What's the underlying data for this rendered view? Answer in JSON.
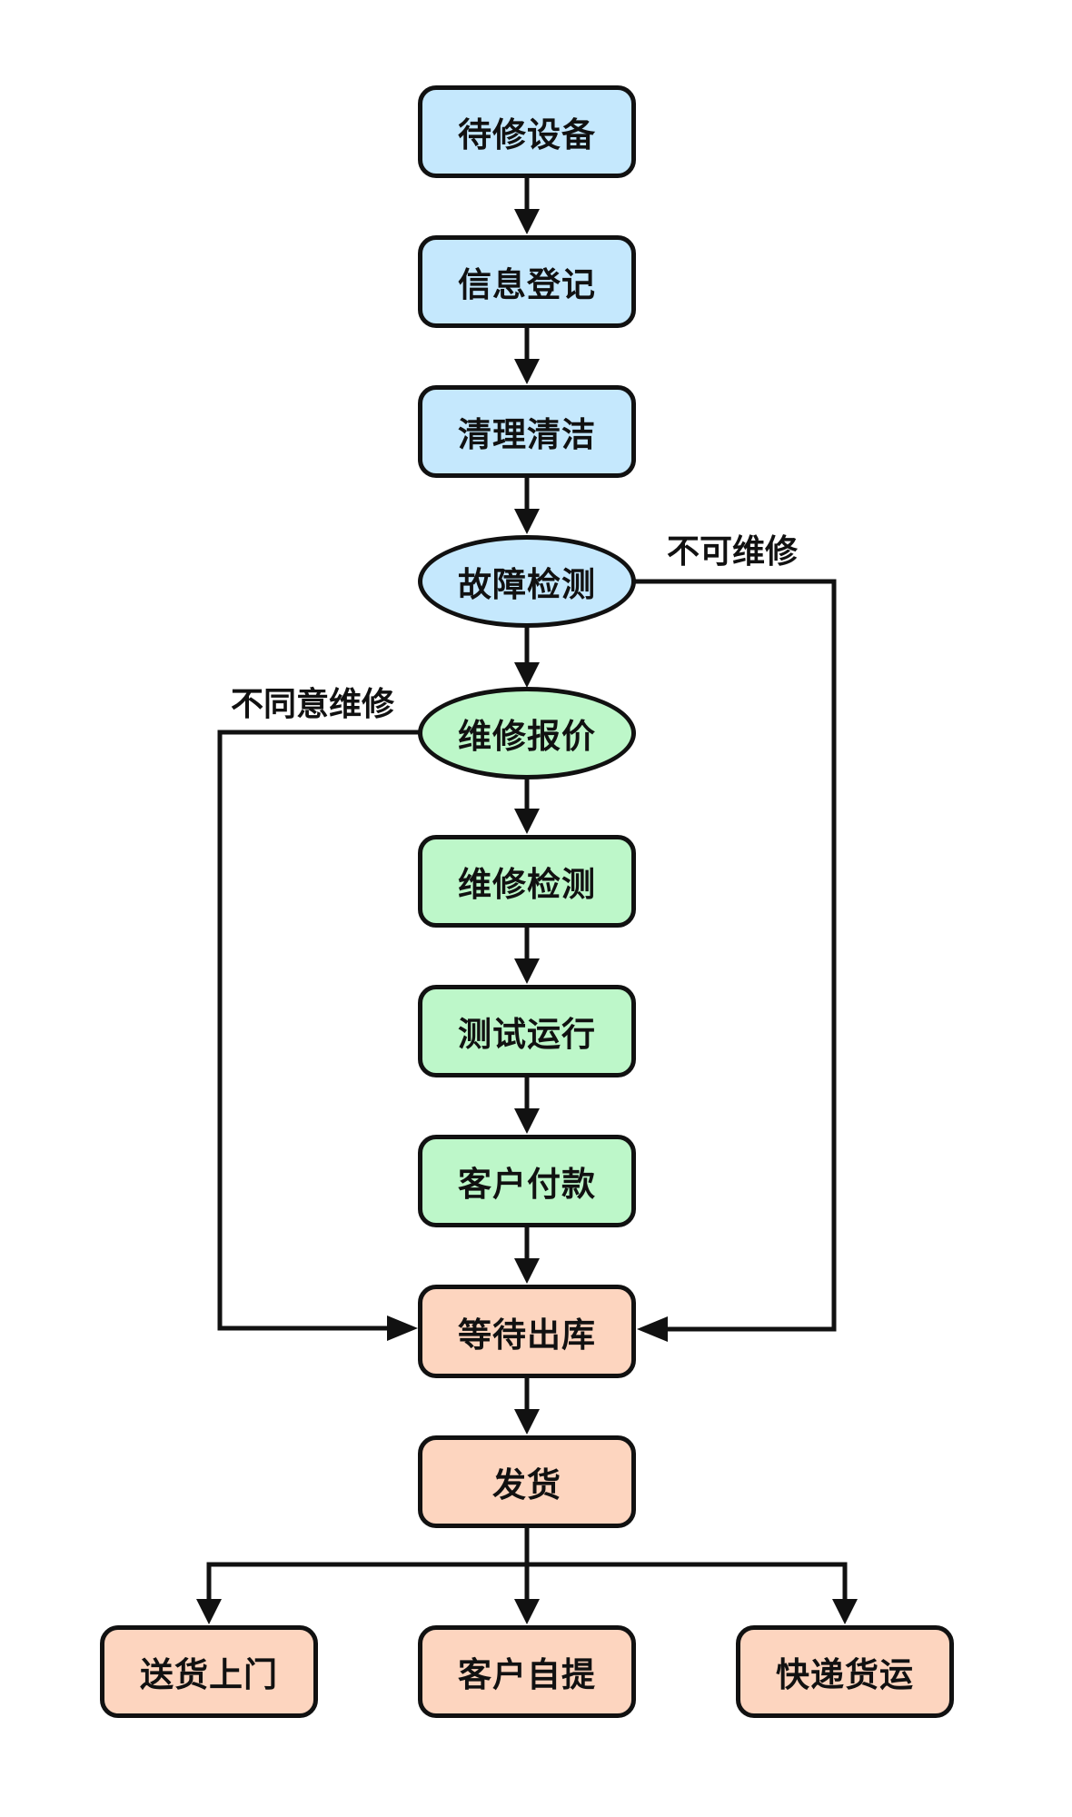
{
  "colors": {
    "stroke": "#111111",
    "intake_fill": "#c5e8fd",
    "repair_fill": "#bdf7c9",
    "shipping_fill": "#fdd5bf",
    "background": "#ffffff"
  },
  "nodes": {
    "pending_device": {
      "label": "待修设备",
      "shape": "rectangle",
      "group": "intake"
    },
    "info_registration": {
      "label": "信息登记",
      "shape": "rectangle",
      "group": "intake"
    },
    "cleaning": {
      "label": "清理清洁",
      "shape": "rectangle",
      "group": "intake"
    },
    "fault_detection": {
      "label": "故障检测",
      "shape": "ellipse",
      "group": "intake"
    },
    "repair_quote": {
      "label": "维修报价",
      "shape": "ellipse",
      "group": "repair"
    },
    "repair_inspection": {
      "label": "维修检测",
      "shape": "rectangle",
      "group": "repair"
    },
    "test_run": {
      "label": "测试运行",
      "shape": "rectangle",
      "group": "repair"
    },
    "customer_payment": {
      "label": "客户付款",
      "shape": "rectangle",
      "group": "repair"
    },
    "awaiting_dispatch": {
      "label": "等待出库",
      "shape": "rectangle",
      "group": "shipping"
    },
    "ship": {
      "label": "发货",
      "shape": "rectangle",
      "group": "shipping"
    },
    "home_delivery": {
      "label": "送货上门",
      "shape": "rectangle",
      "group": "shipping"
    },
    "customer_pickup": {
      "label": "客户自提",
      "shape": "rectangle",
      "group": "shipping"
    },
    "express_freight": {
      "label": "快递货运",
      "shape": "rectangle",
      "group": "shipping"
    }
  },
  "edges": [
    {
      "from": "pending_device",
      "to": "info_registration",
      "label": ""
    },
    {
      "from": "info_registration",
      "to": "cleaning",
      "label": ""
    },
    {
      "from": "cleaning",
      "to": "fault_detection",
      "label": ""
    },
    {
      "from": "fault_detection",
      "to": "repair_quote",
      "label": ""
    },
    {
      "from": "fault_detection",
      "to": "awaiting_dispatch",
      "label": "不可维修"
    },
    {
      "from": "repair_quote",
      "to": "repair_inspection",
      "label": ""
    },
    {
      "from": "repair_quote",
      "to": "awaiting_dispatch",
      "label": "不同意维修"
    },
    {
      "from": "repair_inspection",
      "to": "test_run",
      "label": ""
    },
    {
      "from": "test_run",
      "to": "customer_payment",
      "label": ""
    },
    {
      "from": "customer_payment",
      "to": "awaiting_dispatch",
      "label": ""
    },
    {
      "from": "awaiting_dispatch",
      "to": "ship",
      "label": ""
    },
    {
      "from": "ship",
      "to": "home_delivery",
      "label": ""
    },
    {
      "from": "ship",
      "to": "customer_pickup",
      "label": ""
    },
    {
      "from": "ship",
      "to": "express_freight",
      "label": ""
    }
  ],
  "edge_labels": {
    "not_repairable": "不可维修",
    "repair_declined": "不同意维修"
  }
}
